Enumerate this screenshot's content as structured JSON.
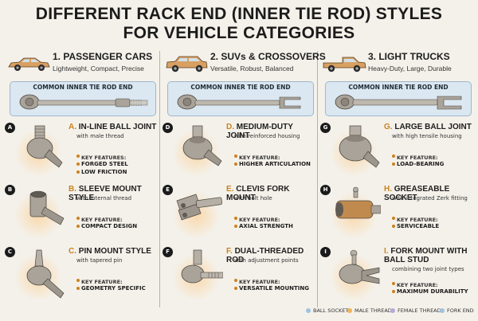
{
  "title": {
    "line1": "DIFFERENT RACK END (INNER TIE ROD) STYLES",
    "line2": "FOR VEHICLE CATEGORIES"
  },
  "common_label": "COMMON INNER TIE ROD END",
  "feature_label": "KEY FEATURES:",
  "feature_label_single": "KEY FEATURE:",
  "columns": [
    {
      "title": "1. PASSENGER CARS",
      "subtitle": "Lightweight, Compact, Precise",
      "vehicle_icon": "sedan-icon",
      "items": [
        {
          "letter": "A",
          "prefix": "A.",
          "name": "IN-LINE BALL JOINT",
          "desc": "with male thread",
          "features": [
            "FORGED STEEL",
            "LOW FRICTION"
          ]
        },
        {
          "letter": "B",
          "prefix": "B.",
          "name": "SLEEVE MOUNT STYLE",
          "desc": "with internal thread",
          "features": [
            "COMPACT DESIGN"
          ]
        },
        {
          "letter": "C",
          "prefix": "C.",
          "name": "PIN MOUNT STYLE",
          "desc": "with tapered pin",
          "features": [
            "GEOMETRY SPECIFIC"
          ]
        }
      ]
    },
    {
      "title": "2. SUVs & CROSSOVERS",
      "subtitle": "Versatile, Robust, Balanced",
      "vehicle_icon": "suv-icon",
      "items": [
        {
          "letter": "D",
          "prefix": "D.",
          "name": "MEDIUM-DUTY JOINT",
          "desc": "with reinforced housing",
          "features": [
            "HIGHER ARTICULATION"
          ]
        },
        {
          "letter": "E",
          "prefix": "E.",
          "name": "CLEVIS FORK MOUNT",
          "desc": "with bolt hole",
          "features": [
            "AXIAL STRENGTH"
          ]
        },
        {
          "letter": "F",
          "prefix": "F.",
          "name": "DUAL-THREADED ROD",
          "desc": "with adjustment points",
          "features": [
            "VERSATILE MOUNTING"
          ]
        }
      ]
    },
    {
      "title": "3. LIGHT TRUCKS",
      "subtitle": "Heavy-Duty, Large, Durable",
      "vehicle_icon": "pickup-truck-icon",
      "items": [
        {
          "letter": "G",
          "prefix": "G.",
          "name": "LARGE BALL JOINT",
          "desc": "with high tensile housing",
          "features": [
            "LOAD-BEARING"
          ]
        },
        {
          "letter": "H",
          "prefix": "H.",
          "name": "GREASEABLE SOCKET",
          "desc": "with integrated Zerk fitting",
          "features": [
            "SERVICEABLE"
          ]
        },
        {
          "letter": "I",
          "prefix": "I.",
          "name": "FORK MOUNT WITH BALL STUD",
          "desc": "combining two joint types",
          "features": [
            "MAXIMUM DURABILITY"
          ]
        }
      ]
    }
  ],
  "legend": [
    {
      "label": "BALL SOCKET",
      "color": "#9fc3e0"
    },
    {
      "label": "MALE THREAD",
      "color": "#f0b25a"
    },
    {
      "label": "FEMALE THREAD",
      "color": "#b9a9d8"
    },
    {
      "label": "FORK END",
      "color": "#9fc3e0"
    }
  ],
  "colors": {
    "accent": "#c9821f",
    "common_bg": "#dbe7f1",
    "metal": "#a9a39a"
  }
}
